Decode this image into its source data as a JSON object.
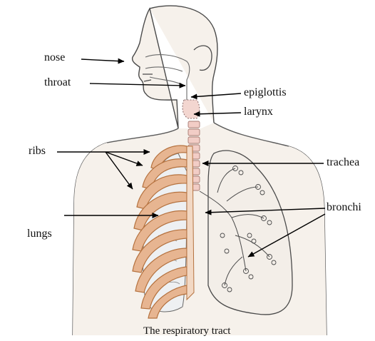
{
  "labels": {
    "nose": "nose",
    "throat": "throat",
    "epiglottis": "epiglottis",
    "larynx": "larynx",
    "ribs": "ribs",
    "trachea": "trachea",
    "bronchi": "bronchi",
    "lungs": "lungs"
  },
  "caption": "The respiratory tract",
  "colors": {
    "outline": "#4a4a4a",
    "skin": "#f4eee6",
    "rib_fill": "#e7b591",
    "rib_stroke": "#b5723f",
    "trachea_fill": "#f0c8c2",
    "pointer": "#000000"
  }
}
